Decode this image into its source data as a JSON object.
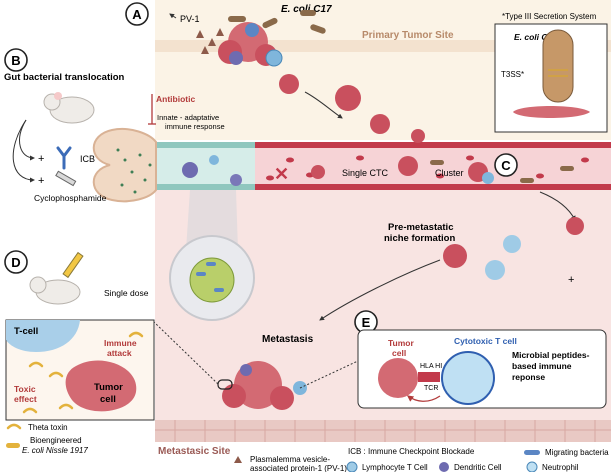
{
  "panels": {
    "a": "A",
    "b": "B",
    "c": "C",
    "d": "D",
    "e": "E"
  },
  "top": {
    "pv1": "PV-1",
    "ecoli": "E. coli C17",
    "primary_site": "Primary Tumor Site",
    "t3ss_title": "*Type III Secretion System",
    "inset_ecoli": "E. coli C17",
    "t3ss": "T3SS*"
  },
  "left": {
    "gut_title": "Gut bacterial translocation",
    "icb": "ICB",
    "cyclophosphamide": "Cyclophosphamide",
    "antibiotic": "Antibiotic",
    "immune_response_1": "Innate - adaptative",
    "immune_response_2": "immune response",
    "plus_1": "+",
    "plus_2": "+"
  },
  "middle": {
    "single_ctc": "Single CTC",
    "cluster": "Cluster",
    "niche_1": "Pre-metastatic",
    "niche_2": "niche formation",
    "plus": "+",
    "metastasis": "Metastasis"
  },
  "panel_d": {
    "single_dose": "Single dose",
    "tcell": "T-cell",
    "immune_attack_1": "Immune",
    "immune_attack_2": "attack",
    "toxic_1": "Toxic",
    "toxic_2": "effect",
    "tumor_1": "Tumor",
    "tumor_2": "cell"
  },
  "panel_e": {
    "tumor_1": "Tumor",
    "tumor_2": "cell",
    "cytotoxic": "Cytotoxic T cell",
    "hla": "HLA HI",
    "tcr": "TCR",
    "peptides_1": "Microbial peptides-",
    "peptides_2": "based immune",
    "peptides_3": "reponse"
  },
  "bottom": {
    "metastatic_site": "Metastasic Site"
  },
  "legend": {
    "theta_toxin": "Theta toxin",
    "bioengineered_1": "Bioengineered",
    "bioengineered_2": "E. coli Nissle 1917",
    "plasmalemma_1": "Plasmalemma vesicle-",
    "plasmalemma_2": "associated protein-1 (PV-1)",
    "icb_def": "ICB : Immune Checkpoint Blockade",
    "lymphocyte": "Lymphocyte T Cell",
    "dendritic": "Dendritic Cell",
    "migrating": "Migrating bacteria",
    "neutrophil": "Neutrophil"
  },
  "colors": {
    "primary_band": "#f7ecdc",
    "vessel": "#c23a4b",
    "tumor": "#c9505e",
    "bacteria": "#8a6a4a",
    "tcell": "#7fb6dc",
    "dendritic": "#6e6bb0",
    "legend_blue": "#5b86c4",
    "panel_e_tcell": "#2f5fb0"
  }
}
